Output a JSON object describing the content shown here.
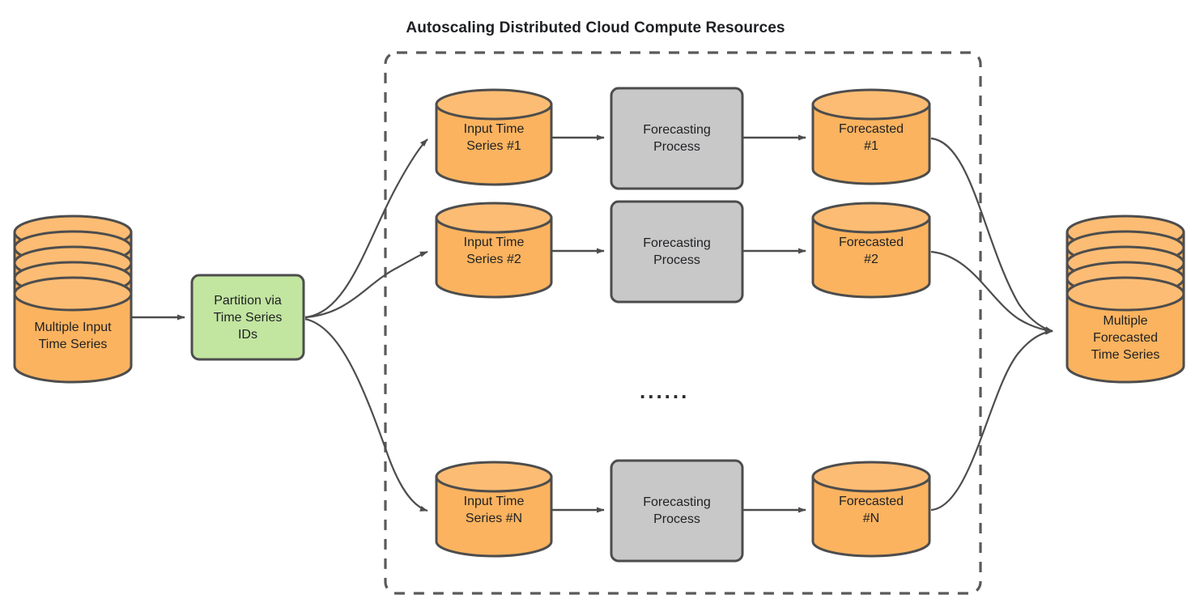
{
  "diagram": {
    "title": "Autoscaling Distributed Cloud Compute Resources",
    "ellipsis": "......",
    "boundary": {
      "label": "Autoscaling Distributed Cloud Compute Resources",
      "style": "dashed",
      "color": "#5a5a5a"
    },
    "colors": {
      "cylinder_fill": "#fbb35f",
      "cylinder_top": "#fcbc74",
      "process_fill": "#c8c8c8",
      "partition_fill": "#c2e5a0",
      "stroke": "#4d4d4d",
      "text": "#1f2023",
      "background": "#ffffff"
    },
    "nodes": {
      "input_store": {
        "label": "Multiple Input\nTime Series",
        "shape": "multi-disk-cylinder",
        "color": "#fbb35f"
      },
      "partition": {
        "label": "Partition via\nTime Series\nIDs",
        "shape": "rounded-rect",
        "color": "#c2e5a0"
      },
      "output_store": {
        "label": "Multiple\nForecasted\nTime Series",
        "shape": "multi-disk-cylinder",
        "color": "#fbb35f"
      },
      "rows": [
        {
          "id": "row-1",
          "input": {
            "label": "Input Time\nSeries #1",
            "shape": "cylinder",
            "color": "#fbb35f"
          },
          "process": {
            "label": "Forecasting\nProcess",
            "shape": "rounded-rect",
            "color": "#c8c8c8"
          },
          "output": {
            "label": "Forecasted\n#1",
            "shape": "cylinder",
            "color": "#fbb35f"
          }
        },
        {
          "id": "row-2",
          "input": {
            "label": "Input Time\nSeries #2",
            "shape": "cylinder",
            "color": "#fbb35f"
          },
          "process": {
            "label": "Forecasting\nProcess",
            "shape": "rounded-rect",
            "color": "#c8c8c8"
          },
          "output": {
            "label": "Forecasted\n#2",
            "shape": "cylinder",
            "color": "#fbb35f"
          }
        },
        {
          "id": "row-n",
          "input": {
            "label": "Input Time\nSeries #N",
            "shape": "cylinder",
            "color": "#fbb35f"
          },
          "process": {
            "label": "Forecasting\nProcess",
            "shape": "rounded-rect",
            "color": "#c8c8c8"
          },
          "output": {
            "label": "Forecasted\n#N",
            "shape": "cylinder",
            "color": "#fbb35f"
          }
        }
      ]
    }
  }
}
